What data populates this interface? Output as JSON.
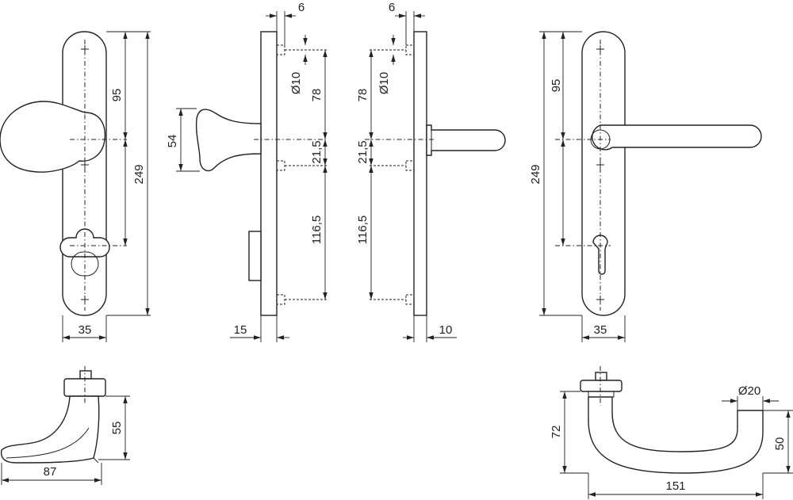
{
  "diagram": {
    "dimensions": {
      "front_left_95": "95",
      "front_left_249": "249",
      "front_left_35": "35",
      "side_knob_54": "54",
      "side_left_6": "6",
      "side_left_d10": "Ø10",
      "side_left_78": "78",
      "side_left_215": "21,5",
      "side_left_1165": "116,5",
      "side_left_15": "15",
      "side_right_6": "6",
      "side_right_d10": "Ø10",
      "side_right_78": "78",
      "side_right_215": "21,5",
      "side_right_1165": "116,5",
      "side_right_10": "10",
      "front_right_95": "95",
      "front_right_249": "249",
      "front_right_35": "35",
      "knob_top_55": "55",
      "knob_top_87": "87",
      "lever_top_72": "72",
      "lever_top_d20": "Ø20",
      "lever_top_50": "50",
      "lever_top_151": "151"
    }
  }
}
